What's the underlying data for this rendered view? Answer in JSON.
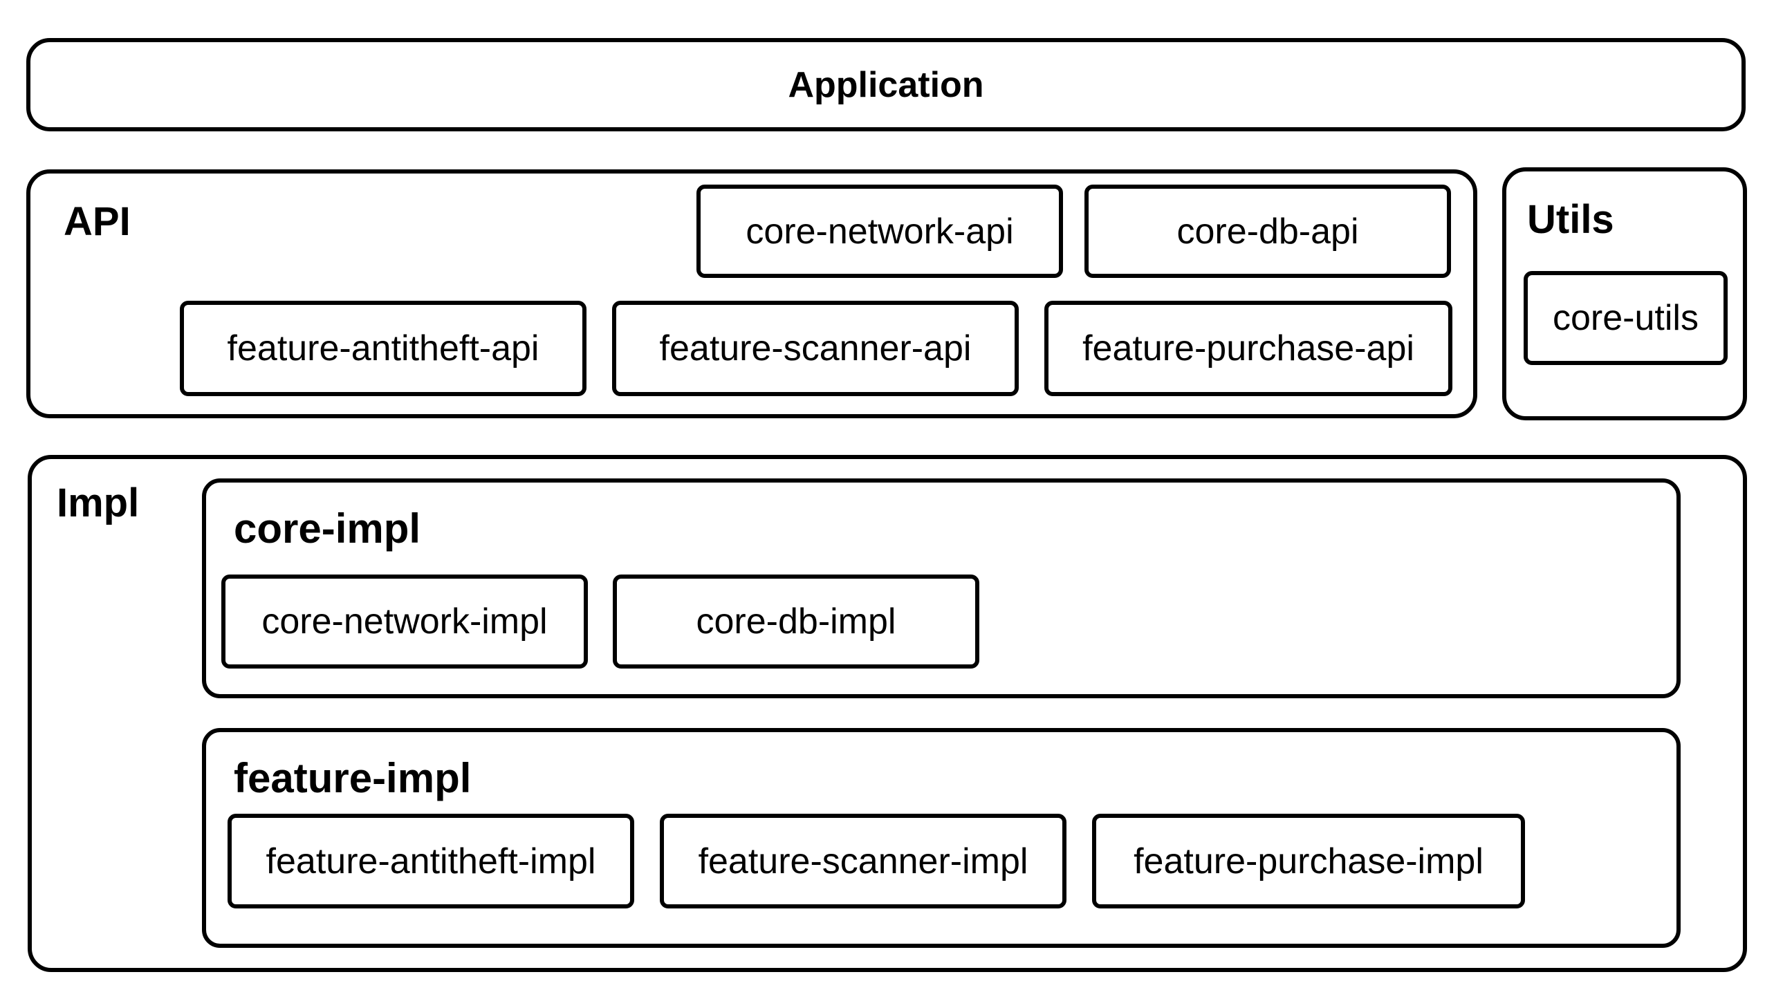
{
  "application": {
    "label": "Application"
  },
  "api": {
    "title": "API",
    "modules": {
      "core_network_api": "core-network-api",
      "core_db_api": "core-db-api",
      "feature_antitheft_api": "feature-antitheft-api",
      "feature_scanner_api": "feature-scanner-api",
      "feature_purchase_api": "feature-purchase-api"
    }
  },
  "utils": {
    "title": "Utils",
    "modules": {
      "core_utils": "core-utils"
    }
  },
  "impl": {
    "title": "Impl",
    "core_impl": {
      "title": "core-impl",
      "modules": {
        "core_network_impl": "core-network-impl",
        "core_db_impl": "core-db-impl"
      }
    },
    "feature_impl": {
      "title": "feature-impl",
      "modules": {
        "feature_antitheft_impl": "feature-antitheft-impl",
        "feature_scanner_impl": "feature-scanner-impl",
        "feature_purchase_impl": "feature-purchase-impl"
      }
    }
  }
}
